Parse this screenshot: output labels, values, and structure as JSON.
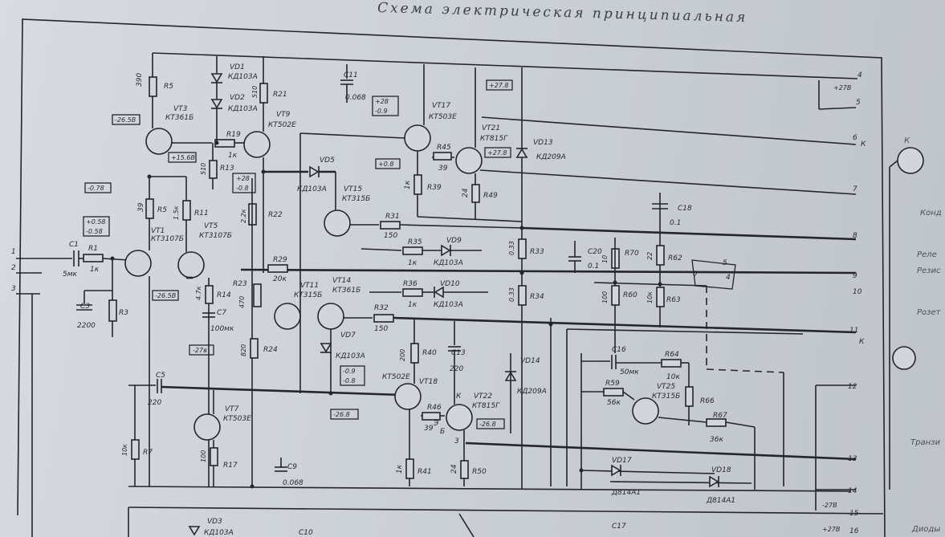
{
  "title": "Схема электрическая принципиальная",
  "components": [
    {
      "id": "c1",
      "ref": "C1",
      "value": "5мк"
    },
    {
      "id": "r1",
      "ref": "R1",
      "value": "1к"
    },
    {
      "id": "c3",
      "ref": "C3",
      "value": "2200"
    },
    {
      "id": "r3",
      "ref": "R3",
      "value": ""
    },
    {
      "id": "vt1",
      "ref": "VT1",
      "value": "КТ3107Б"
    },
    {
      "id": "r5a",
      "ref": "R5",
      "value": "390"
    },
    {
      "id": "r5b",
      "ref": "R5",
      "value": "39"
    },
    {
      "id": "vt3",
      "ref": "VT3",
      "value": "КТ361Б"
    },
    {
      "id": "vd1",
      "ref": "VD1",
      "value": "КД103А"
    },
    {
      "id": "vd2",
      "ref": "VD2",
      "value": "КД103А"
    },
    {
      "id": "r21",
      "ref": "R21",
      "value": "510"
    },
    {
      "id": "vt9",
      "ref": "VT9",
      "value": "КТ502Е"
    },
    {
      "id": "r19",
      "ref": "R19",
      "value": "1к"
    },
    {
      "id": "r13",
      "ref": "R13",
      "value": "510"
    },
    {
      "id": "vt5",
      "ref": "VT5",
      "value": "КТ3107Б"
    },
    {
      "id": "r11",
      "ref": "R11",
      "value": "1.5к"
    },
    {
      "id": "r22",
      "ref": "R22",
      "value": "2.2к"
    },
    {
      "id": "c11",
      "ref": "C11",
      "value": "0.068"
    },
    {
      "id": "vt17",
      "ref": "VT17",
      "value": "КТ503Е"
    },
    {
      "id": "vt21",
      "ref": "VT21",
      "value": "КТ815Г"
    },
    {
      "id": "r45",
      "ref": "R45",
      "value": "39"
    },
    {
      "id": "vd13",
      "ref": "VD13",
      "value": "КД209А"
    },
    {
      "id": "r39",
      "ref": "R39",
      "value": "1к"
    },
    {
      "id": "r49",
      "ref": "R49",
      "value": "24"
    },
    {
      "id": "vd5",
      "ref": "VD5",
      "value": "КД103А"
    },
    {
      "id": "vt15",
      "ref": "VT15",
      "value": "КТ315Б"
    },
    {
      "id": "r31",
      "ref": "R31",
      "value": "150"
    },
    {
      "id": "r35",
      "ref": "R35",
      "value": "1к"
    },
    {
      "id": "vd9",
      "ref": "VD9",
      "value": "КД103А"
    },
    {
      "id": "r29",
      "ref": "R29",
      "value": "20к"
    },
    {
      "id": "r14",
      "ref": "R14",
      "value": "4.7к"
    },
    {
      "id": "c7",
      "ref": "C7",
      "value": "100мк"
    },
    {
      "id": "r23",
      "ref": "R23",
      "value": "470"
    },
    {
      "id": "r24",
      "ref": "R24",
      "value": "820"
    },
    {
      "id": "vt11",
      "ref": "VT11",
      "value": "КТ315Б"
    },
    {
      "id": "vt14",
      "ref": "VT14",
      "value": "КТ361Б"
    },
    {
      "id": "r36",
      "ref": "R36",
      "value": "1к"
    },
    {
      "id": "vd10",
      "ref": "VD10",
      "value": "КД103А"
    },
    {
      "id": "r32",
      "ref": "R32",
      "value": "150"
    },
    {
      "id": "vd7",
      "ref": "VD7",
      "value": "КД103А"
    },
    {
      "id": "r33",
      "ref": "R33",
      "value": "0.33"
    },
    {
      "id": "r34",
      "ref": "R34",
      "value": "0.33"
    },
    {
      "id": "c20",
      "ref": "C20",
      "value": "0.1"
    },
    {
      "id": "r70",
      "ref": "R70",
      "value": "10"
    },
    {
      "id": "r62",
      "ref": "R62",
      "value": "22"
    },
    {
      "id": "c18",
      "ref": "C18",
      "value": "0.1"
    },
    {
      "id": "r60",
      "ref": "R60",
      "value": "100"
    },
    {
      "id": "r63",
      "ref": "R63",
      "value": "10к"
    },
    {
      "id": "c5",
      "ref": "C5",
      "value": "220"
    },
    {
      "id": "vt7",
      "ref": "VT7",
      "value": "КТ503Е"
    },
    {
      "id": "r7",
      "ref": "R7",
      "value": "10к"
    },
    {
      "id": "r17",
      "ref": "R17",
      "value": "100"
    },
    {
      "id": "c9",
      "ref": "C9",
      "value": "0.068"
    },
    {
      "id": "r40",
      "ref": "R40",
      "value": "200"
    },
    {
      "id": "c13",
      "ref": "C13",
      "value": "220"
    },
    {
      "id": "vt18",
      "ref": "VT18",
      "value": "КТ502Е"
    },
    {
      "id": "r46",
      "ref": "R46",
      "value": "39"
    },
    {
      "id": "vt22",
      "ref": "VT22",
      "value": "КТ815Г"
    },
    {
      "id": "r41",
      "ref": "R41",
      "value": "1к"
    },
    {
      "id": "r50",
      "ref": "R50",
      "value": "24"
    },
    {
      "id": "vd14",
      "ref": "VD14",
      "value": "КД209А"
    },
    {
      "id": "c16",
      "ref": "C16",
      "value": "50мк"
    },
    {
      "id": "r64",
      "ref": "R64",
      "value": "10к"
    },
    {
      "id": "r59",
      "ref": "R59",
      "value": "56к"
    },
    {
      "id": "vt25",
      "ref": "VT25",
      "value": "КТ315Б"
    },
    {
      "id": "r66",
      "ref": "R66",
      "value": ""
    },
    {
      "id": "r67",
      "ref": "R67",
      "value": "36к"
    },
    {
      "id": "vd17",
      "ref": "VD17",
      "value": "Д814А1"
    },
    {
      "id": "vd18",
      "ref": "VD18",
      "value": "Д814А1"
    },
    {
      "id": "vd3",
      "ref": "VD3",
      "value": "КД103А"
    },
    {
      "id": "c10",
      "ref": "C10",
      "value": ""
    },
    {
      "id": "c17",
      "ref": "C17",
      "value": ""
    }
  ],
  "voltage_tags": [
    {
      "id": "v1",
      "text": "-26.5В"
    },
    {
      "id": "v2",
      "text": "+15.6В"
    },
    {
      "id": "v3",
      "text": "-0.78"
    },
    {
      "id": "v4",
      "text": "+0.58"
    },
    {
      "id": "v5",
      "text": "-0.58"
    },
    {
      "id": "v6",
      "text": "-26.5В"
    },
    {
      "id": "v7",
      "text": "-27в"
    },
    {
      "id": "v8",
      "text": "+28"
    },
    {
      "id": "v9",
      "text": "-0.8"
    },
    {
      "id": "v10",
      "text": "+28"
    },
    {
      "id": "v11",
      "text": "-0.9"
    },
    {
      "id": "v12",
      "text": "+27.8"
    },
    {
      "id": "v13",
      "text": "+0.8"
    },
    {
      "id": "v14",
      "text": "+27.8"
    },
    {
      "id": "v15",
      "text": "-0.9"
    },
    {
      "id": "v16",
      "text": "-0.8"
    },
    {
      "id": "v17",
      "text": "-26.8"
    },
    {
      "id": "v18",
      "text": "-26.8"
    }
  ],
  "pins": {
    "left": [
      "1",
      "2",
      "3"
    ],
    "right": [
      "4",
      "5",
      "6",
      "7",
      "8",
      "9",
      "10",
      "11",
      "12",
      "13",
      "14",
      "15",
      "16"
    ],
    "k1": "К",
    "k2": "К",
    "e_label": "Э",
    "k3": "К",
    "b_label": "Б",
    "n3": "3",
    "n5": "5",
    "n7": "7",
    "n4": "4",
    "p27": "+27В",
    "m27": "-27В",
    "p27b": "+27В"
  },
  "side_panel": {
    "k_label": "К",
    "items": [
      "Конд",
      "Реле",
      "Резис",
      "Розет",
      "Транзи",
      "Диоды"
    ]
  }
}
